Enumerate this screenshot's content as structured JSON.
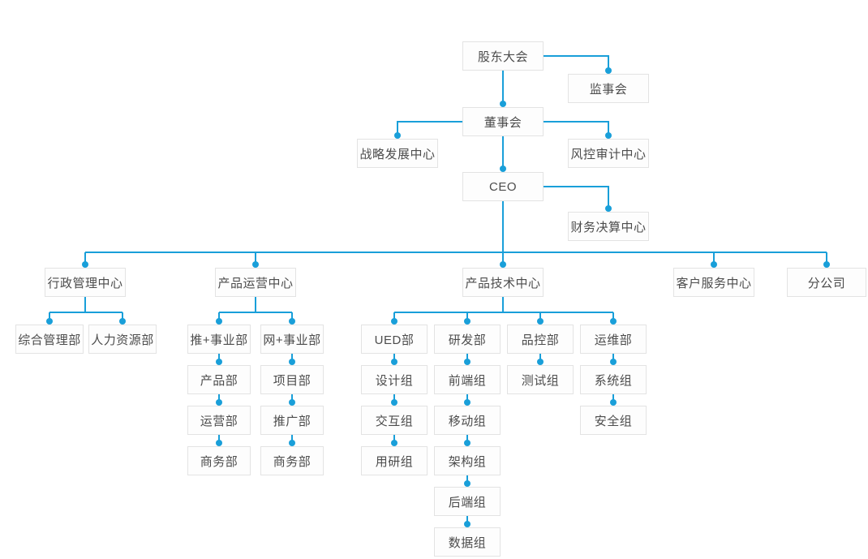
{
  "diagram": {
    "type": "org-chart",
    "colors": {
      "connector": "#199fd9",
      "node_border": "#e3e3e3",
      "node_background": "#fdfdfd",
      "node_text": "#4c4c4c"
    },
    "nodes": [
      {
        "id": "shareholders-meeting",
        "label": "股东大会"
      },
      {
        "id": "supervisory-board",
        "label": "监事会"
      },
      {
        "id": "board-of-directors",
        "label": "董事会"
      },
      {
        "id": "strategy-development-center",
        "label": "战略发展中心"
      },
      {
        "id": "risk-audit-center",
        "label": "风控审计中心"
      },
      {
        "id": "ceo",
        "label": "CEO"
      },
      {
        "id": "financial-settlement-center",
        "label": "财务决算中心"
      },
      {
        "id": "admin-management-center",
        "label": "行政管理中心"
      },
      {
        "id": "product-operation-center",
        "label": "产品运营中心"
      },
      {
        "id": "product-technology-center",
        "label": "产品技术中心"
      },
      {
        "id": "customer-service-center",
        "label": "客户服务中心"
      },
      {
        "id": "branch-company",
        "label": "分公司"
      },
      {
        "id": "general-management-dept",
        "label": "综合管理部"
      },
      {
        "id": "hr-dept",
        "label": "人力资源部"
      },
      {
        "id": "tui-business-dept",
        "label": "推+事业部"
      },
      {
        "id": "wang-business-dept",
        "label": "网+事业部"
      },
      {
        "id": "product-dept",
        "label": "产品部"
      },
      {
        "id": "project-dept",
        "label": "项目部"
      },
      {
        "id": "operation-dept",
        "label": "运营部"
      },
      {
        "id": "promotion-dept",
        "label": "推广部"
      },
      {
        "id": "business-dept-1",
        "label": "商务部"
      },
      {
        "id": "business-dept-2",
        "label": "商务部"
      },
      {
        "id": "ued-dept",
        "label": "UED部"
      },
      {
        "id": "rd-dept",
        "label": "研发部"
      },
      {
        "id": "qc-dept",
        "label": "品控部"
      },
      {
        "id": "ops-dept",
        "label": "运维部"
      },
      {
        "id": "design-team",
        "label": "设计组"
      },
      {
        "id": "frontend-team",
        "label": "前端组"
      },
      {
        "id": "testing-team",
        "label": "测试组"
      },
      {
        "id": "system-team",
        "label": "系统组"
      },
      {
        "id": "interaction-team",
        "label": "交互组"
      },
      {
        "id": "mobile-team",
        "label": "移动组"
      },
      {
        "id": "security-team",
        "label": "安全组"
      },
      {
        "id": "user-research-team",
        "label": "用研组"
      },
      {
        "id": "architecture-team",
        "label": "架构组"
      },
      {
        "id": "backend-team",
        "label": "后端组"
      },
      {
        "id": "data-team",
        "label": "数据组"
      }
    ],
    "edges": [
      [
        "shareholders-meeting",
        "supervisory-board"
      ],
      [
        "shareholders-meeting",
        "board-of-directors"
      ],
      [
        "board-of-directors",
        "strategy-development-center"
      ],
      [
        "board-of-directors",
        "risk-audit-center"
      ],
      [
        "board-of-directors",
        "ceo"
      ],
      [
        "ceo",
        "financial-settlement-center"
      ],
      [
        "ceo",
        "admin-management-center"
      ],
      [
        "ceo",
        "product-operation-center"
      ],
      [
        "ceo",
        "product-technology-center"
      ],
      [
        "ceo",
        "customer-service-center"
      ],
      [
        "ceo",
        "branch-company"
      ],
      [
        "admin-management-center",
        "general-management-dept"
      ],
      [
        "admin-management-center",
        "hr-dept"
      ],
      [
        "product-operation-center",
        "tui-business-dept"
      ],
      [
        "product-operation-center",
        "wang-business-dept"
      ],
      [
        "tui-business-dept",
        "product-dept"
      ],
      [
        "product-dept",
        "operation-dept"
      ],
      [
        "operation-dept",
        "business-dept-1"
      ],
      [
        "wang-business-dept",
        "project-dept"
      ],
      [
        "project-dept",
        "promotion-dept"
      ],
      [
        "promotion-dept",
        "business-dept-2"
      ],
      [
        "product-technology-center",
        "ued-dept"
      ],
      [
        "product-technology-center",
        "rd-dept"
      ],
      [
        "product-technology-center",
        "qc-dept"
      ],
      [
        "product-technology-center",
        "ops-dept"
      ],
      [
        "ued-dept",
        "design-team"
      ],
      [
        "design-team",
        "interaction-team"
      ],
      [
        "interaction-team",
        "user-research-team"
      ],
      [
        "rd-dept",
        "frontend-team"
      ],
      [
        "frontend-team",
        "mobile-team"
      ],
      [
        "mobile-team",
        "architecture-team"
      ],
      [
        "architecture-team",
        "backend-team"
      ],
      [
        "backend-team",
        "data-team"
      ],
      [
        "qc-dept",
        "testing-team"
      ],
      [
        "ops-dept",
        "system-team"
      ],
      [
        "system-team",
        "security-team"
      ]
    ]
  }
}
